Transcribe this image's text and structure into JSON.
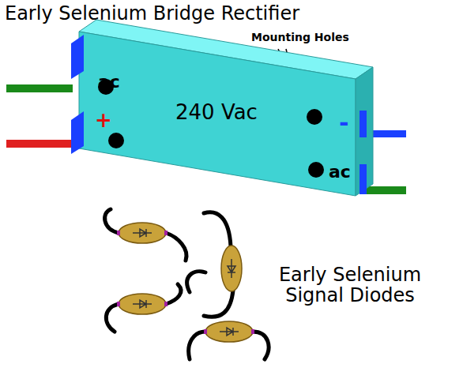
{
  "diagram": {
    "title": "Early Selenium Bridge Rectifier",
    "nodes": [
      {
        "text": [
          "ac",
          "+",
          "240 Vac",
          "-",
          "ac"
        ]
      }
    ],
    "labels": [
      "Mounting Holes",
      "Early Selenium Signal Diodes"
    ]
  }
}
